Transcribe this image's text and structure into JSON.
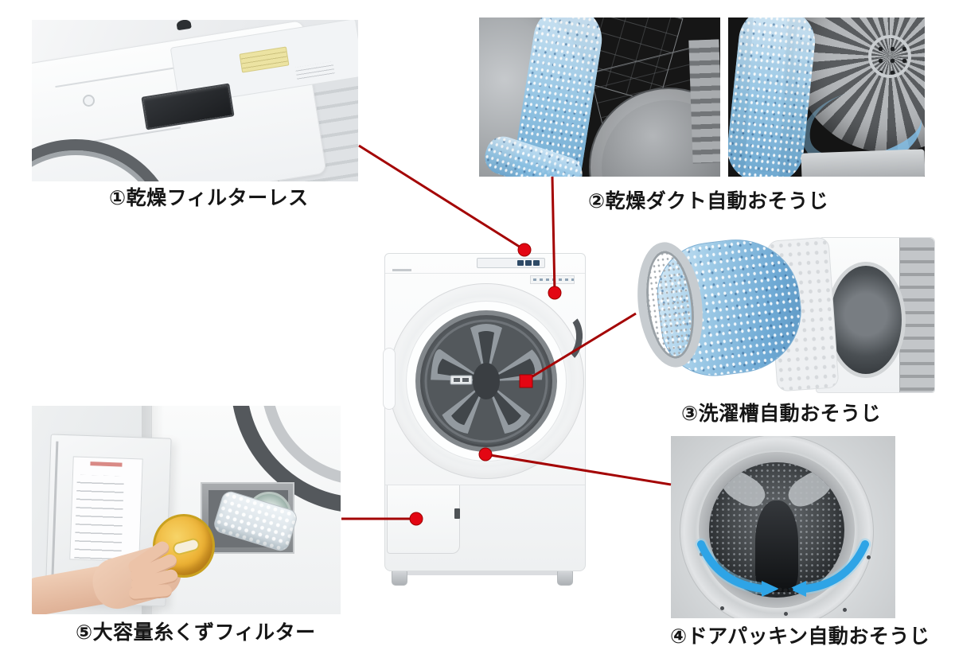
{
  "diagram": {
    "background": "#ffffff",
    "captions": {
      "f1": "①乾燥フィルターレス",
      "f2": "②乾燥ダクト自動おそうじ",
      "f3": "③洗濯槽自動おそうじ",
      "f4": "④ドアパッキン自動おそうじ",
      "f5": "⑤大容量糸くずフィルター"
    },
    "features": [
      {
        "label": "①乾燥フィルターレス"
      },
      {
        "label": "②乾燥ダクト自動おそうじ"
      },
      {
        "label": "③洗濯槽自動おそうじ"
      },
      {
        "label": "④ドアパッキン自動おそうじ"
      },
      {
        "label": "⑤大容量糸くずフィルター"
      }
    ],
    "images": [
      {
        "feature": 1,
        "alt": "washer top with control display photo"
      },
      {
        "feature": 2,
        "alt": "drying duct 3D render left (gray parts, blue water flow, black background)"
      },
      {
        "feature": 2,
        "alt": "drying duct 3D render right (fan wheel, blue water flow, black background)"
      },
      {
        "feature": 3,
        "alt": "wash tub pulled out of machine covered in blue water"
      },
      {
        "feature": 4,
        "alt": "open drum door gasket with blue circulation arrows"
      },
      {
        "feature": 5,
        "alt": "hand pulling yellow lint filter from open service door"
      }
    ],
    "colors": {
      "connector_line": "#a40404",
      "marker": "#e30613",
      "caption_text": "#161616",
      "water_blue": "#8fc3e4",
      "arrow_blue": "#2ea4e6",
      "filter_yellow": "#edb234",
      "dark_photo_bg": "#151515"
    }
  }
}
